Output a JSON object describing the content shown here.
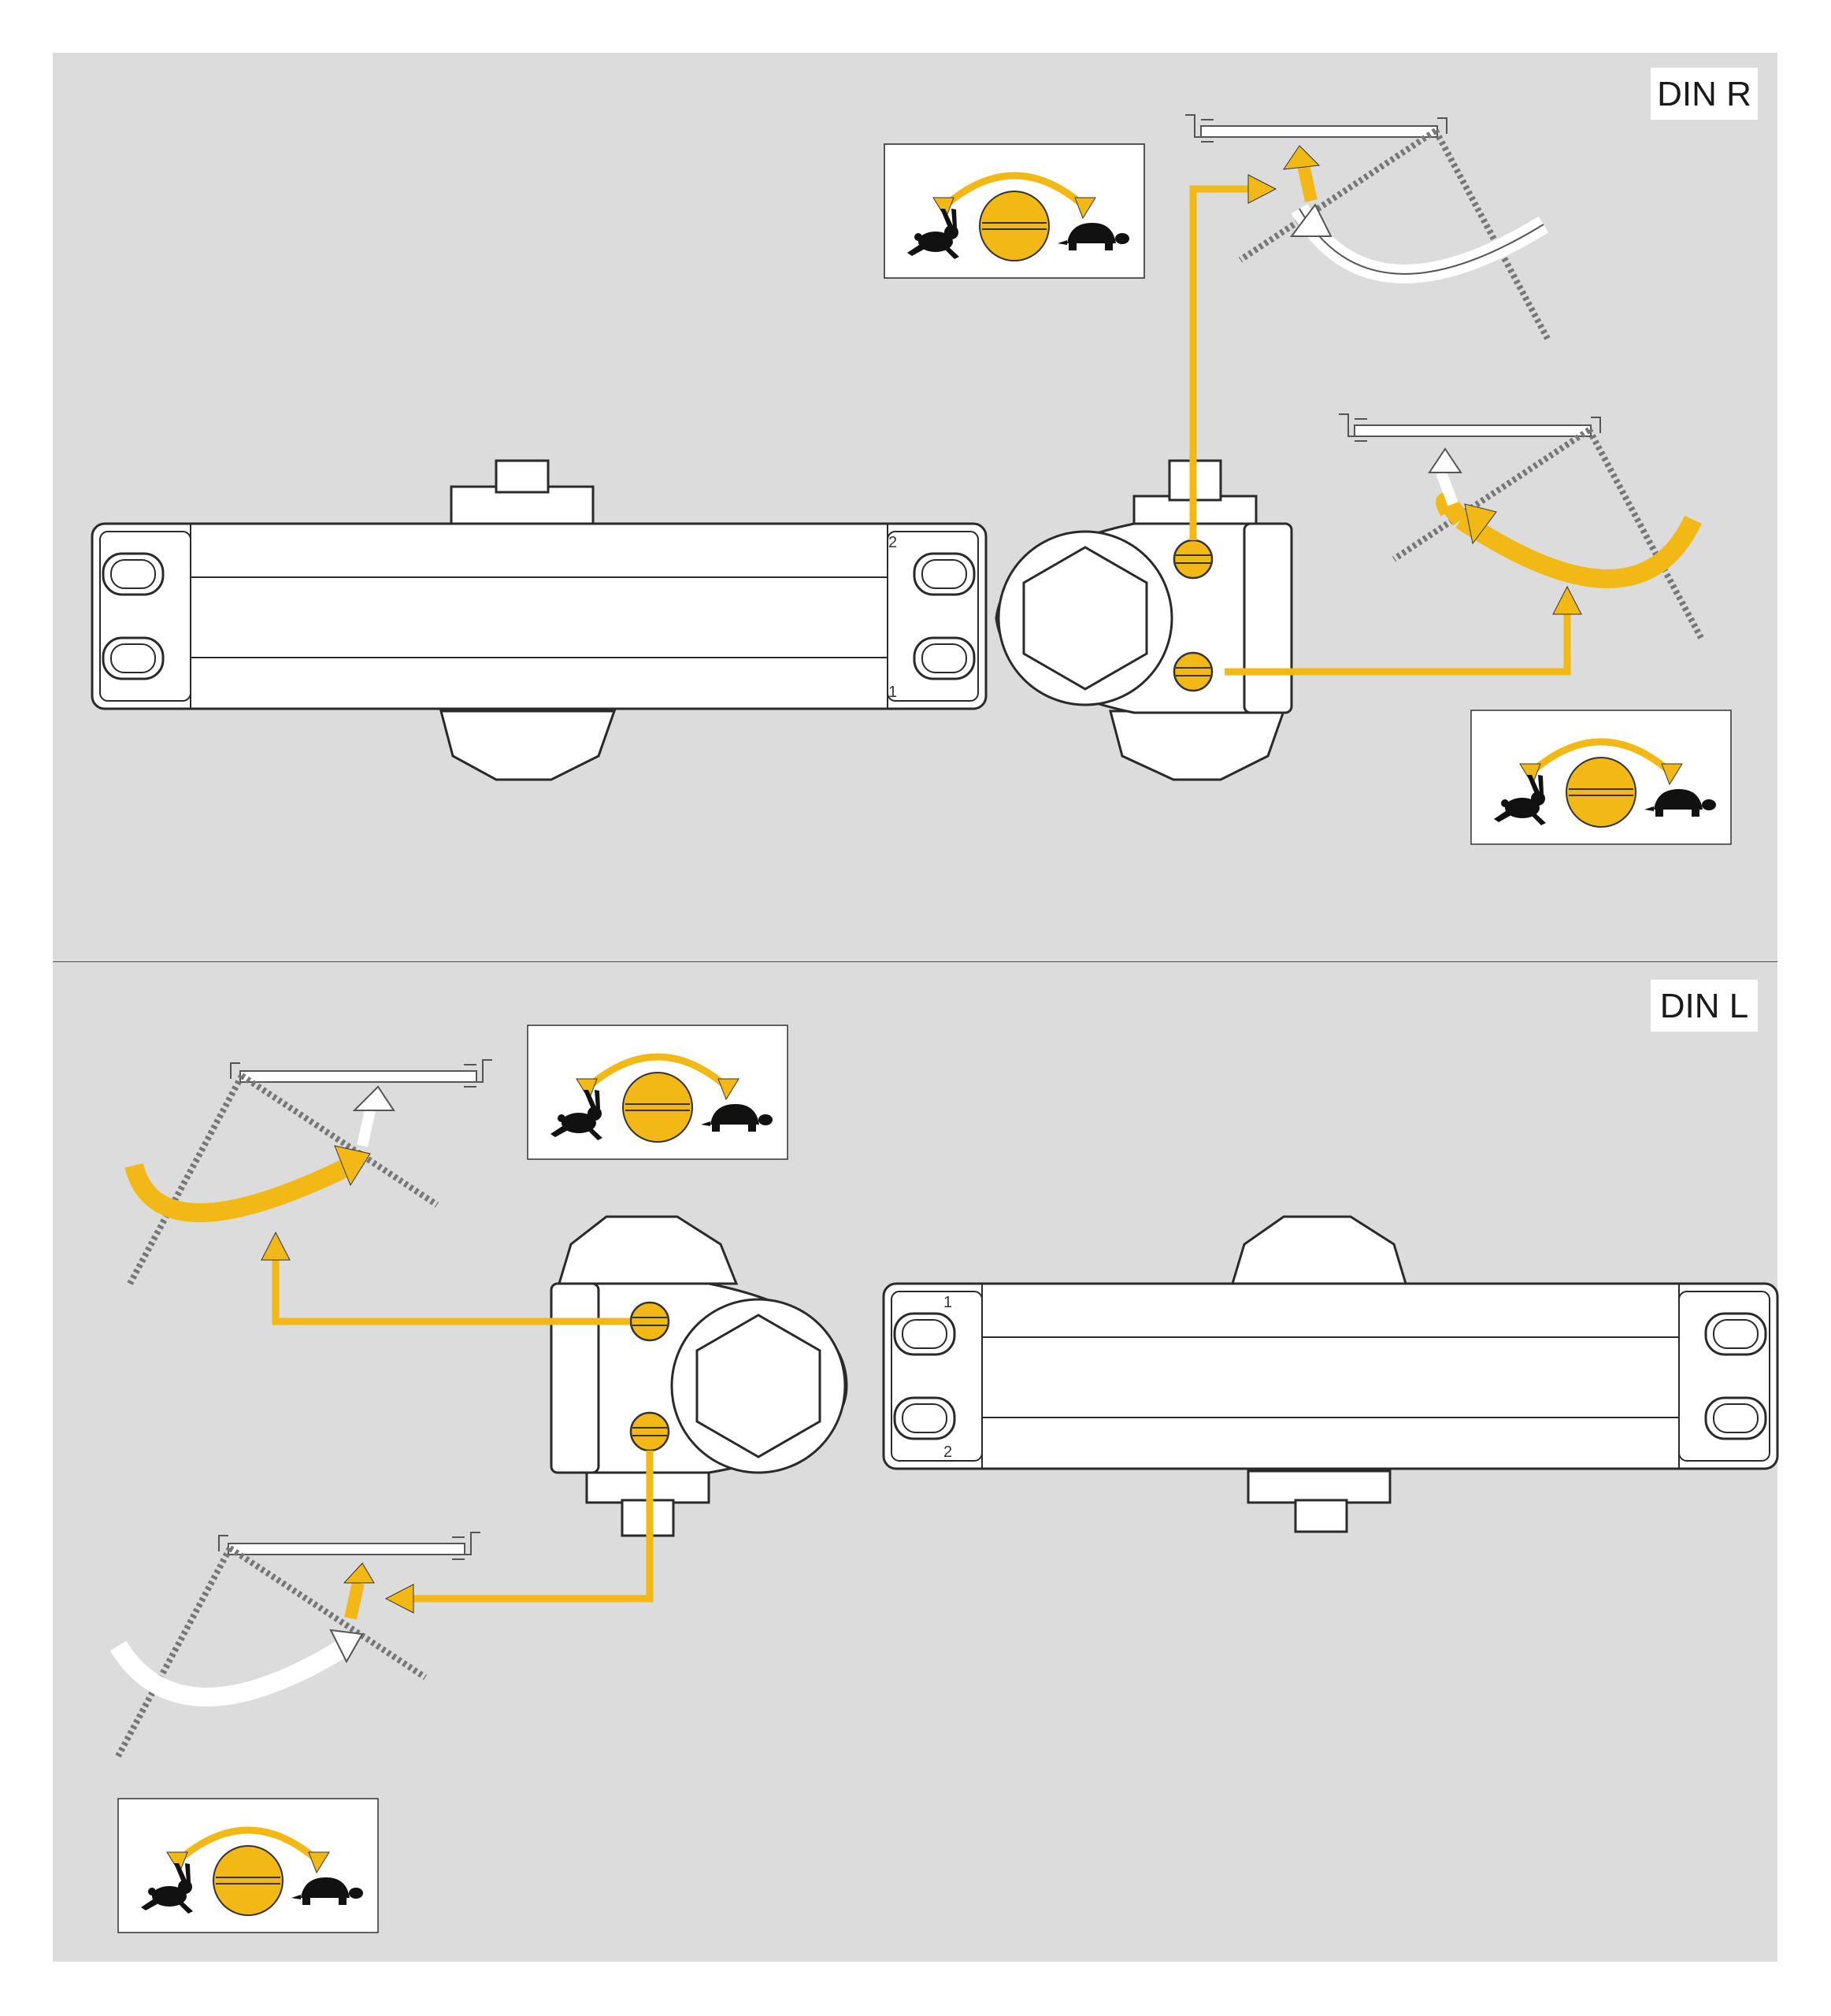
{
  "panels": [
    {
      "id": "top",
      "label": "DIN R"
    },
    {
      "id": "bottom",
      "label": "DIN L"
    }
  ],
  "body_marks": {
    "one": "1",
    "two": "2"
  },
  "colors": {
    "panel_bg": "#dcdcdc",
    "accent_yellow": "#f2b916",
    "outline": "#2a2a2a",
    "icon_black": "#111111"
  },
  "icons": {
    "speed_fast": "rabbit-icon",
    "speed_slow": "turtle-icon",
    "valve": "slotted-valve-icon"
  }
}
